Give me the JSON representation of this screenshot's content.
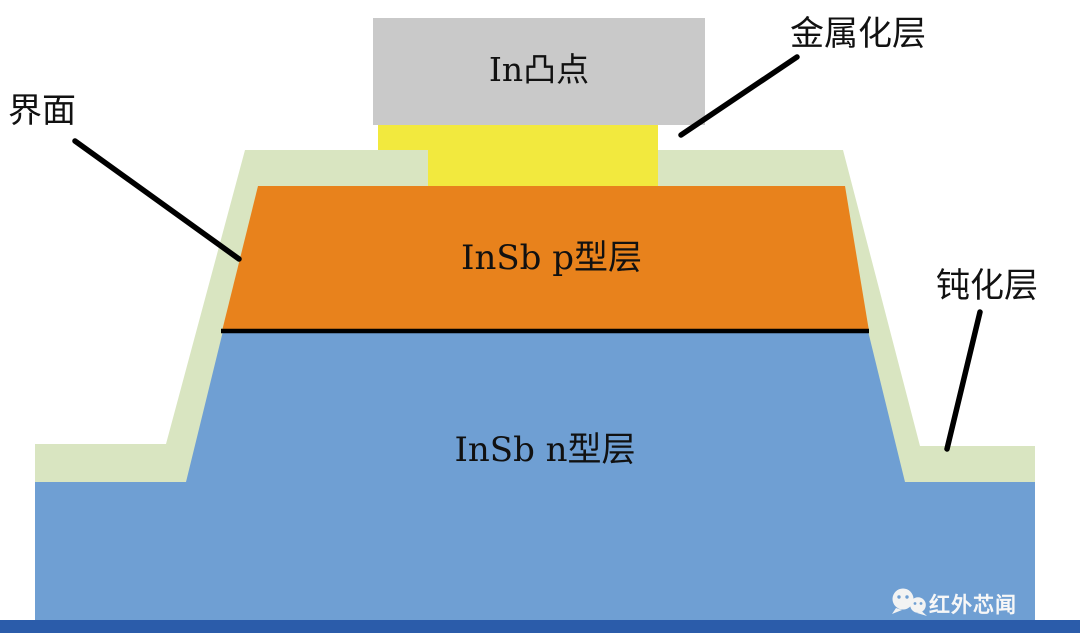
{
  "diagram": {
    "layers": {
      "in_bump": {
        "label": "In凸点",
        "color": "#c9c9c9"
      },
      "metallization": {
        "color": "#f2e93e"
      },
      "p_type": {
        "label": "InSb p型层",
        "color": "#e8821c"
      },
      "n_type": {
        "label": "InSb n型层",
        "color": "#6f9fd3"
      },
      "passivation": {
        "color": "#d9e5c1"
      }
    },
    "interface_line_color": "#000000",
    "callouts": {
      "interface": {
        "label": "界面"
      },
      "metallization": {
        "label": "金属化层"
      },
      "passivation": {
        "label": "钝化层"
      }
    }
  },
  "footer": {
    "watermark_label": "红外芯闻",
    "watermark_icon": "wechat-icon",
    "bar_color": "#2b5caa"
  }
}
